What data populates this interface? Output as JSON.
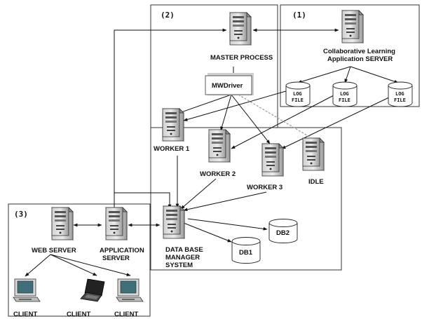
{
  "regions": [
    {
      "id": "1",
      "label": "(1)"
    },
    {
      "id": "2",
      "label": "(2)"
    },
    {
      "id": "3",
      "label": "(3)"
    }
  ],
  "nodes": {
    "master_process": {
      "label": "MASTER PROCESS",
      "icon": "server-tower-icon"
    },
    "mwdriver": {
      "label": "MWDriver"
    },
    "cla_server": {
      "label_line1": "Collaborative Learning",
      "label_line2": "Application SERVER",
      "icon": "server-tower-icon"
    },
    "log_files": [
      {
        "line1": "LOG",
        "line2": "FILE"
      },
      {
        "line1": "LOG",
        "line2": "FILE"
      },
      {
        "line1": "LOG",
        "line2": "FILE"
      }
    ],
    "worker1": {
      "label": "WORKER 1",
      "icon": "server-tower-icon"
    },
    "worker2": {
      "label": "WORKER 2",
      "icon": "server-tower-icon"
    },
    "worker3": {
      "label": "WORKER 3",
      "icon": "server-tower-icon"
    },
    "idle": {
      "label": "IDLE",
      "icon": "server-tower-icon"
    },
    "dbms": {
      "line1": "DATA BASE",
      "line2": "MANAGER",
      "line3": "SYSTEM",
      "icon": "server-tower-icon"
    },
    "db1": {
      "label": "DB1"
    },
    "db2": {
      "label": "DB2"
    },
    "web_server": {
      "label": "WEB SERVER",
      "icon": "server-tower-icon"
    },
    "app_server": {
      "line1": "APPLICATION",
      "line2": "SERVER",
      "icon": "server-tower-icon"
    },
    "clients": [
      {
        "label": "CLIENT",
        "icon": "desktop-computer-icon"
      },
      {
        "label": "CLIENT",
        "icon": "laptop-icon"
      },
      {
        "label": "CLIENT",
        "icon": "desktop-computer-icon"
      }
    ]
  }
}
